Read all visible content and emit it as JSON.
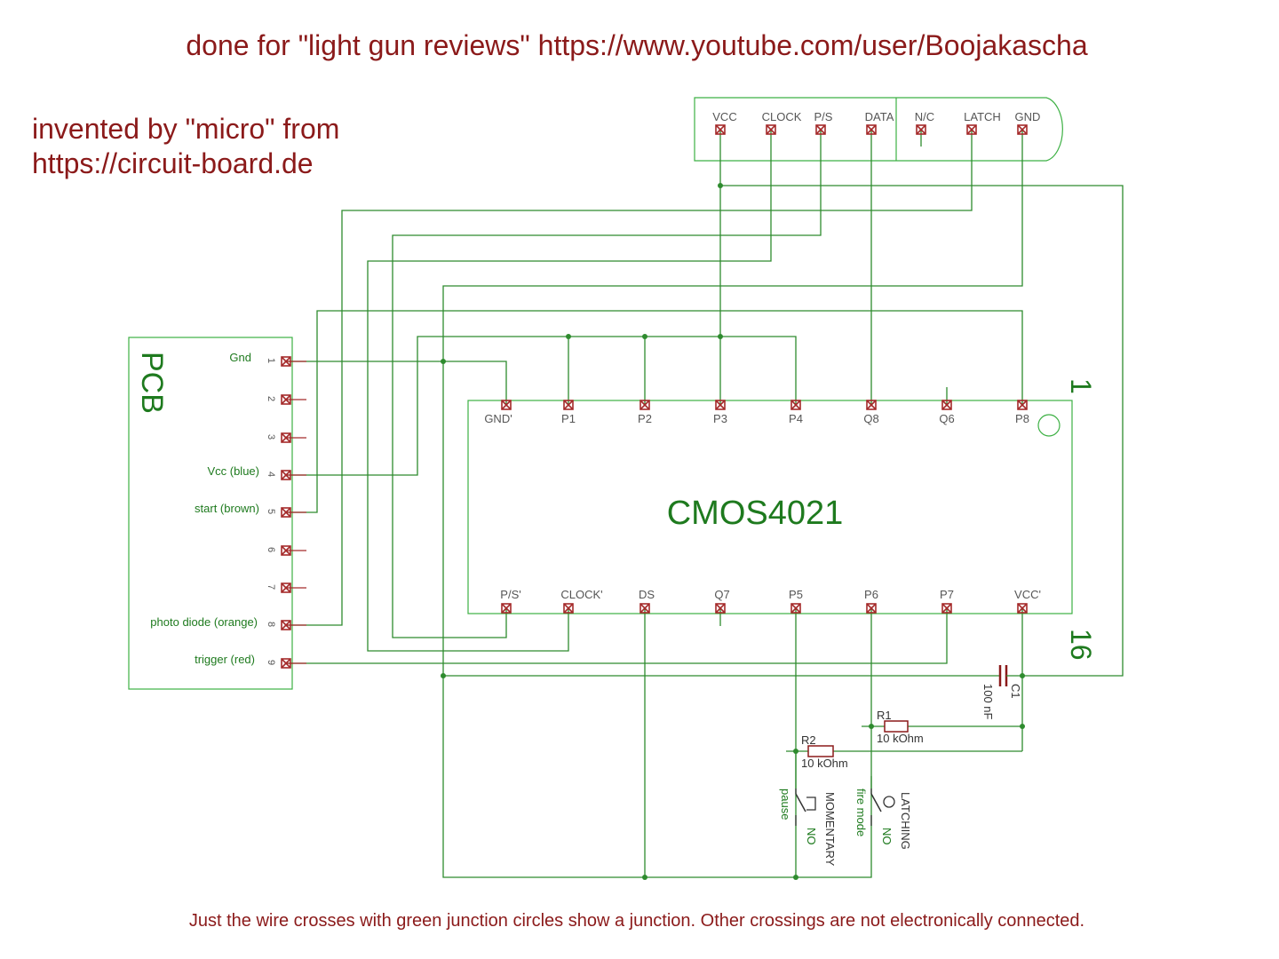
{
  "header": {
    "credit": "done for \"light gun reviews\" https://www.youtube.com/user/Boojakascha",
    "inventor_line1": "invented by \"micro\" from",
    "inventor_line2": "https://circuit-board.de"
  },
  "footer": {
    "note": "Just the wire crosses with green junction circles show a junction. Other crossings are not electronically connected."
  },
  "pcb": {
    "title": "PCB",
    "pins": [
      {
        "num": "1",
        "label": "Gnd"
      },
      {
        "num": "2",
        "label": ""
      },
      {
        "num": "3",
        "label": ""
      },
      {
        "num": "4",
        "label": "Vcc (blue)"
      },
      {
        "num": "5",
        "label": "start (brown)"
      },
      {
        "num": "6",
        "label": ""
      },
      {
        "num": "7",
        "label": ""
      },
      {
        "num": "8",
        "label": "photo diode (orange)"
      },
      {
        "num": "9",
        "label": "trigger (red)"
      }
    ]
  },
  "connector": {
    "pins": [
      "VCC",
      "CLOCK",
      "P/S",
      "DATA",
      "N/C",
      "LATCH",
      "GND"
    ]
  },
  "ic": {
    "name": "CMOS4021",
    "pin1_marker": "1",
    "pin16_marker": "16",
    "top_pins": [
      "GND'",
      "P1",
      "P2",
      "P3",
      "P4",
      "Q8",
      "Q6",
      "P8"
    ],
    "bottom_pins": [
      "P/S'",
      "CLOCK'",
      "DS",
      "Q7",
      "P5",
      "P6",
      "P7",
      "VCC'"
    ]
  },
  "capacitor": {
    "name": "C1",
    "value": "100 nF"
  },
  "resistors": [
    {
      "name": "R1",
      "value": "10 kOhm"
    },
    {
      "name": "R2",
      "value": "10 kOhm"
    }
  ],
  "switches": [
    {
      "func": "pause",
      "contact": "NO",
      "type": "MOMENTARY"
    },
    {
      "func": "fire mode",
      "contact": "NO",
      "type": "LATCHING"
    }
  ],
  "colors": {
    "wire": "#2e8b2e",
    "outline": "#3cb043",
    "pin": "#a52a2a",
    "label_green": "#1e7a1e",
    "text_red": "#8b1a1a",
    "pin_label": "#555555"
  }
}
